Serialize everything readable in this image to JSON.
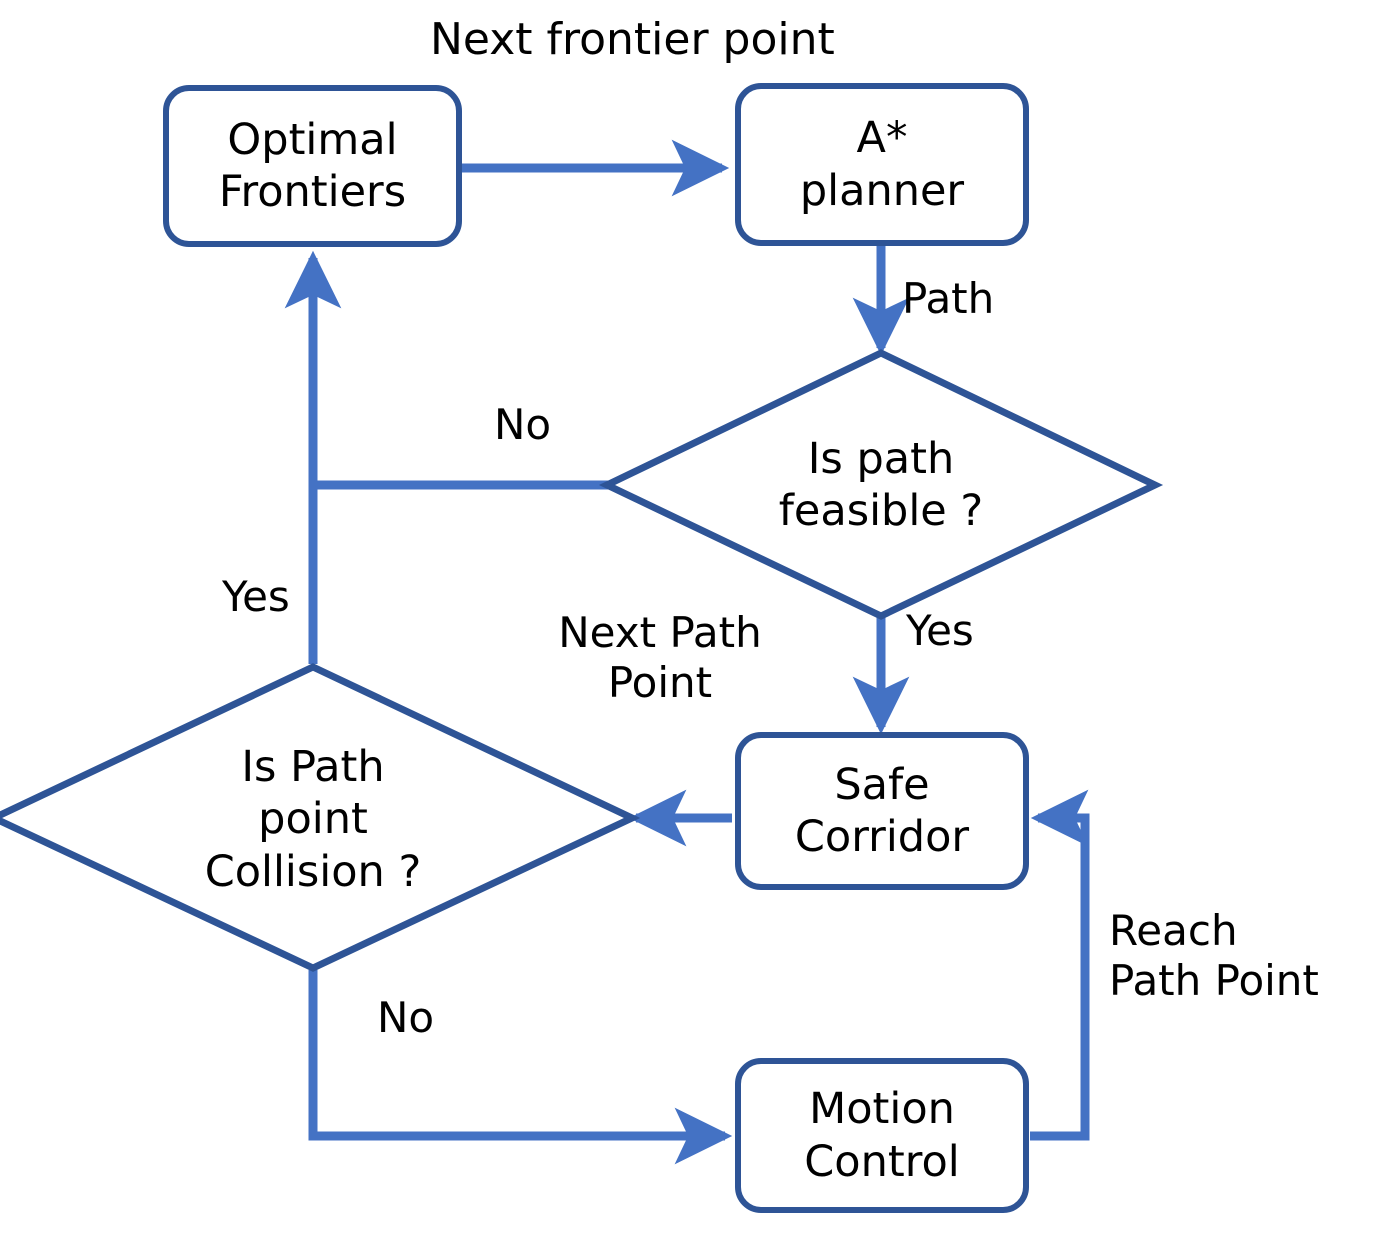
{
  "diagram": {
    "type": "flowchart",
    "title_label": "Next frontier point",
    "colors": {
      "node_border": "#2E5496",
      "arrow": "#4472C4",
      "text": "#000000",
      "background": "#FFFFFF"
    },
    "nodes": [
      {
        "id": "optimal-frontiers",
        "shape": "rounded-rect",
        "label": "Optimal\nFrontiers",
        "line1": "Optimal",
        "line2": "Frontiers"
      },
      {
        "id": "a-star-planner",
        "shape": "rounded-rect",
        "label": "A*\nplanner",
        "line1": "A*",
        "line2": "planner"
      },
      {
        "id": "is-path-feasible",
        "shape": "diamond",
        "label": "Is path\nfeasible ?",
        "line1": "Is path",
        "line2": "feasible ?"
      },
      {
        "id": "is-path-point-collision",
        "shape": "diamond",
        "label": "Is Path\npoint\nCollision ?",
        "line1": "Is Path",
        "line2": "point",
        "line3": "Collision ?"
      },
      {
        "id": "safe-corridor",
        "shape": "rounded-rect",
        "label": "Safe\nCorridor",
        "line1": "Safe",
        "line2": "Corridor"
      },
      {
        "id": "motion-control",
        "shape": "rounded-rect",
        "label": "Motion\nControl",
        "line1": "Motion",
        "line2": "Control"
      }
    ],
    "edges": [
      {
        "id": "frontiers-to-planner",
        "from": "optimal-frontiers",
        "to": "a-star-planner",
        "label": "Next frontier point"
      },
      {
        "id": "planner-to-feasible",
        "from": "a-star-planner",
        "to": "is-path-feasible",
        "label": "Path"
      },
      {
        "id": "feasible-no",
        "from": "is-path-feasible",
        "to": "optimal-frontiers",
        "label": "No"
      },
      {
        "id": "feasible-yes",
        "from": "is-path-feasible",
        "to": "safe-corridor",
        "label": "Yes"
      },
      {
        "id": "corridor-to-collision",
        "from": "safe-corridor",
        "to": "is-path-point-collision",
        "label": "Next Path\nPoint"
      },
      {
        "id": "collision-yes",
        "from": "is-path-point-collision",
        "to": "optimal-frontiers",
        "label": "Yes"
      },
      {
        "id": "collision-no",
        "from": "is-path-point-collision",
        "to": "motion-control",
        "label": "No"
      },
      {
        "id": "motion-to-corridor",
        "from": "motion-control",
        "to": "safe-corridor",
        "label": "Reach\nPath Point"
      }
    ],
    "edge_labels": {
      "next_frontier_point": "Next frontier point",
      "path": "Path",
      "no_feasible": "No",
      "yes_feasible": "Yes",
      "yes_collision": "Yes",
      "no_collision": "No",
      "next_path_point": "Next Path\nPoint",
      "reach_path_point": "Reach\nPath Point"
    }
  }
}
